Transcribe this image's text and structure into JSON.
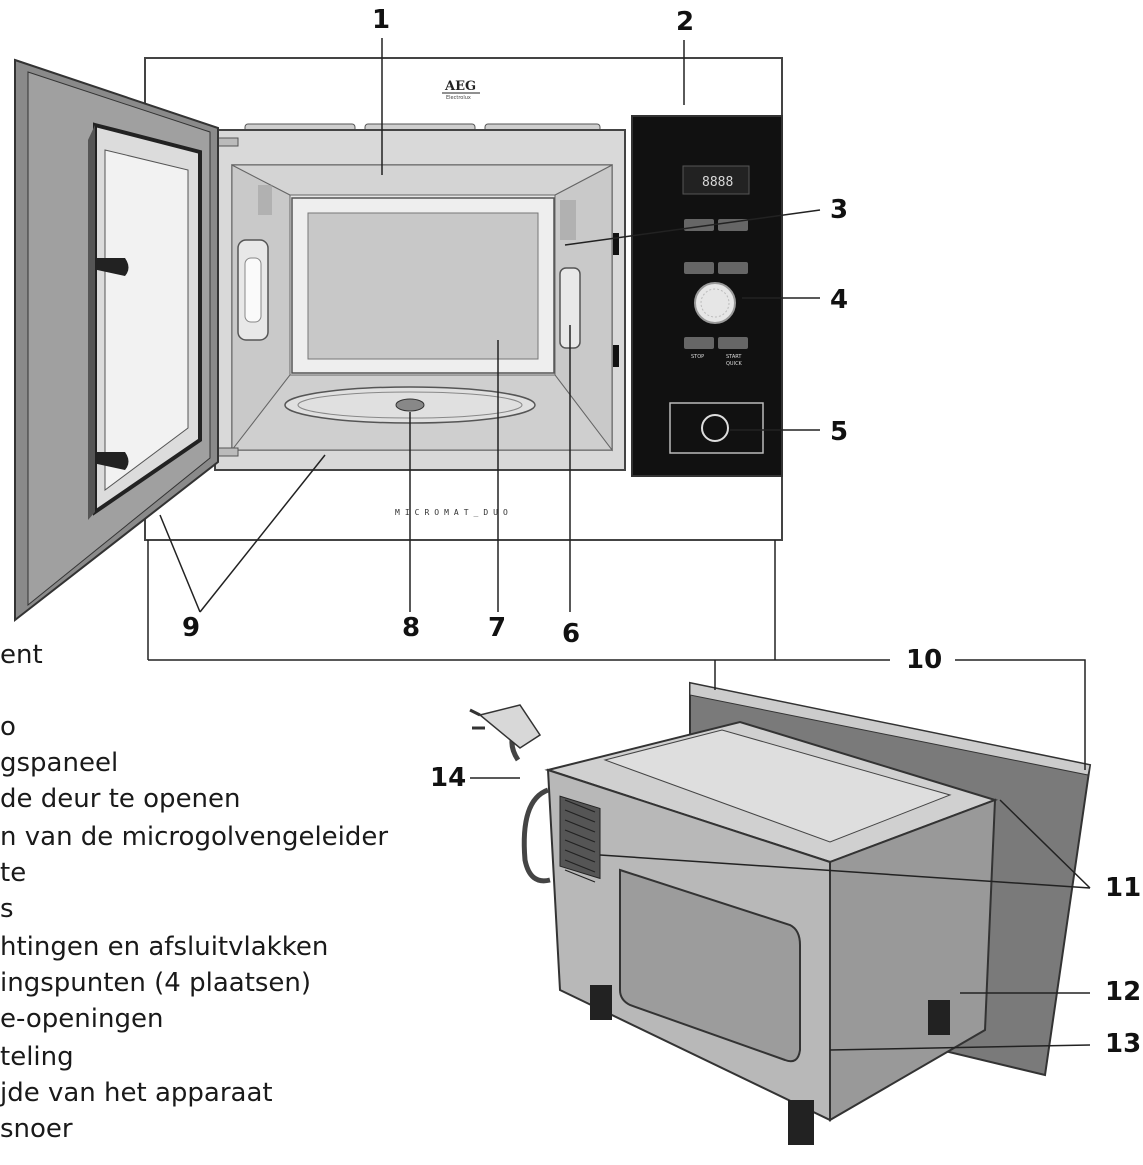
{
  "brand": {
    "logo": "AEG",
    "logo_sub": "Electrolux",
    "model": "MICROMAT_DUO",
    "display": "8888"
  },
  "control_panel": {
    "stop_label": "STOP",
    "start_label": "START",
    "start_sub": "QUICK"
  },
  "callouts": [
    "1",
    "2",
    "3",
    "4",
    "5",
    "6",
    "7",
    "8",
    "9",
    "10",
    "11",
    "12",
    "13",
    "14"
  ],
  "legend_lines": [
    "ent",
    "o",
    "gspaneel",
    "de deur te openen",
    "n van de microgolvengeleider",
    "te",
    "s",
    "htingen en afsluitvlakken",
    "ingspunten (4 plaatsen)",
    "e-openingen",
    "teling",
    "jde van het apparaat",
    "snoer"
  ]
}
